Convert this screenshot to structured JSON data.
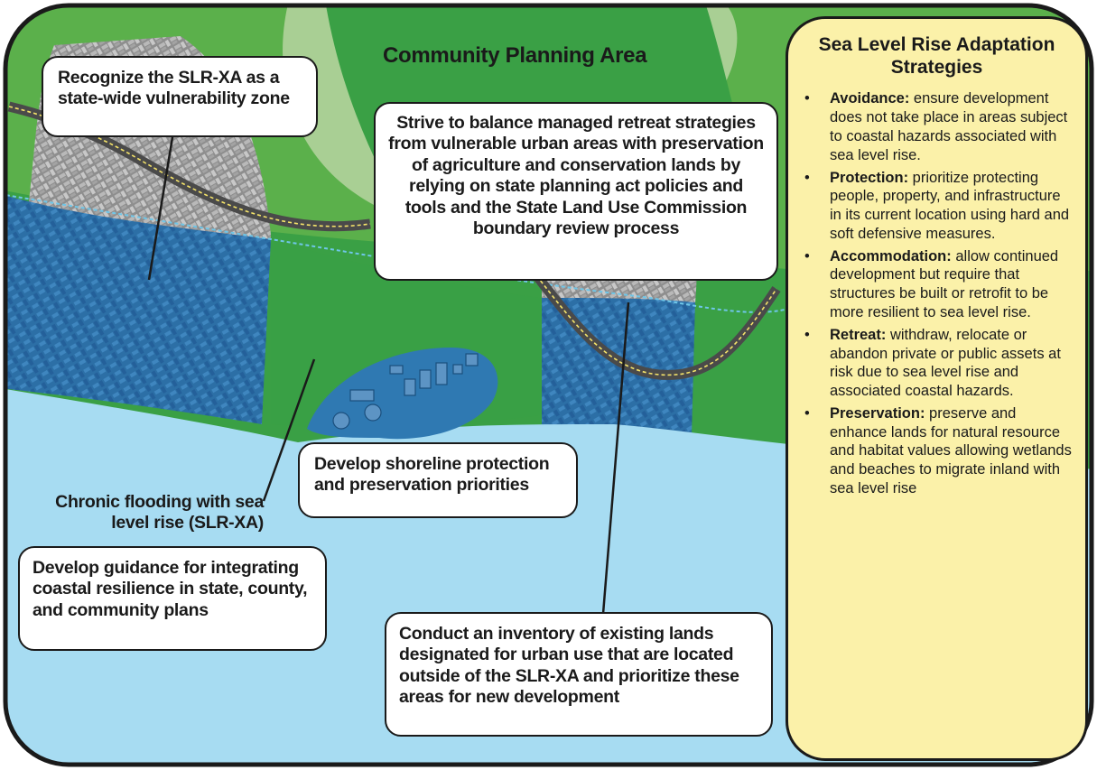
{
  "title": "Community Planning Area",
  "callouts": {
    "recognize": "Recognize the SLR-XA as a state-wide vulnerability zone",
    "balance": "Strive to balance managed retreat strategies from vulnerable urban areas with preservation of agriculture and conservation lands by relying on state planning act policies and tools and the State Land Use Commission boundary review process",
    "shoreline": "Develop shoreline protection and preservation priorities",
    "guidance": "Develop guidance for integrating coastal resilience in state, county, and community plans",
    "inventory": "Conduct an inventory of existing lands designated for urban use that are located outside of the SLR-XA and prioritize these areas for new development"
  },
  "flood_label": "Chronic flooding with sea level rise (SLR-XA)",
  "strategies": {
    "title": "Sea Level Rise Adaptation Strategies",
    "items": [
      {
        "term": "Avoidance:",
        "text": " ensure development does not take place in areas subject to coastal hazards associated with sea level rise."
      },
      {
        "term": "Protection:",
        "text": " prioritize protecting people, property, and infrastructure in its current location using hard and soft defensive measures."
      },
      {
        "term": "Accommodation:",
        "text": " allow continued development but require that structures be built or retrofit to be more resilient to sea level rise."
      },
      {
        "term": "Retreat:",
        "text": "  withdraw, relocate or abandon private or public assets at risk due to sea level rise and associated coastal hazards."
      },
      {
        "term": "Preservation:",
        "text": " preserve and enhance lands for natural resource and habitat values allowing wetlands and beaches to migrate inland with sea level rise"
      }
    ]
  },
  "colors": {
    "ocean": "#a7dcf2",
    "flood_zone": "#2f79b2",
    "land_dark": "#3aa045",
    "land_mid": "#5bb04b",
    "land_light": "#a9cf94",
    "urban": "#8d8d8d",
    "panel": "#fbf1a9",
    "road": "#4a4a4a",
    "road_line": "#f5e46a"
  },
  "icons": [
    "bullet-icon"
  ]
}
